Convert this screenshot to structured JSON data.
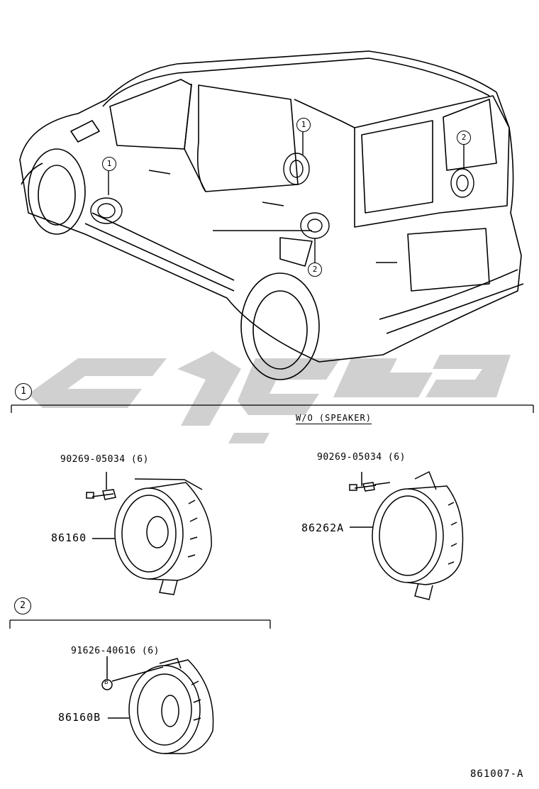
{
  "callouts": {
    "front_door_speaker": "1",
    "rear_door_speaker": "1",
    "rear_quarter_speaker": "2",
    "back_door_speaker": "2"
  },
  "section1": {
    "number": "1",
    "variant_label": "W/O (SPEAKER)",
    "left": {
      "screw_part": "90269-05034 (6)",
      "speaker_part": "86160"
    },
    "right": {
      "screw_part": "90269-05034 (6)",
      "speaker_part": "86262A"
    }
  },
  "section2": {
    "number": "2",
    "clip_part": "91626-40616 (6)",
    "clip_marker": "B",
    "speaker_part": "86160B"
  },
  "diagram_code": "861007-A",
  "watermark_color": "#c8c8c8"
}
